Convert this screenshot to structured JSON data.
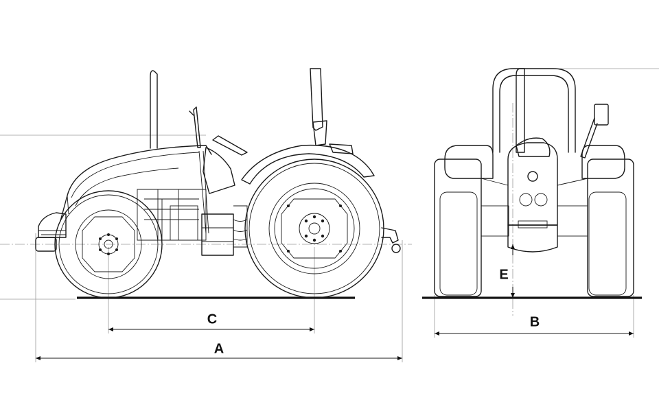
{
  "labels": {
    "a": "A",
    "b": "B",
    "c": "C",
    "e": "E"
  }
}
